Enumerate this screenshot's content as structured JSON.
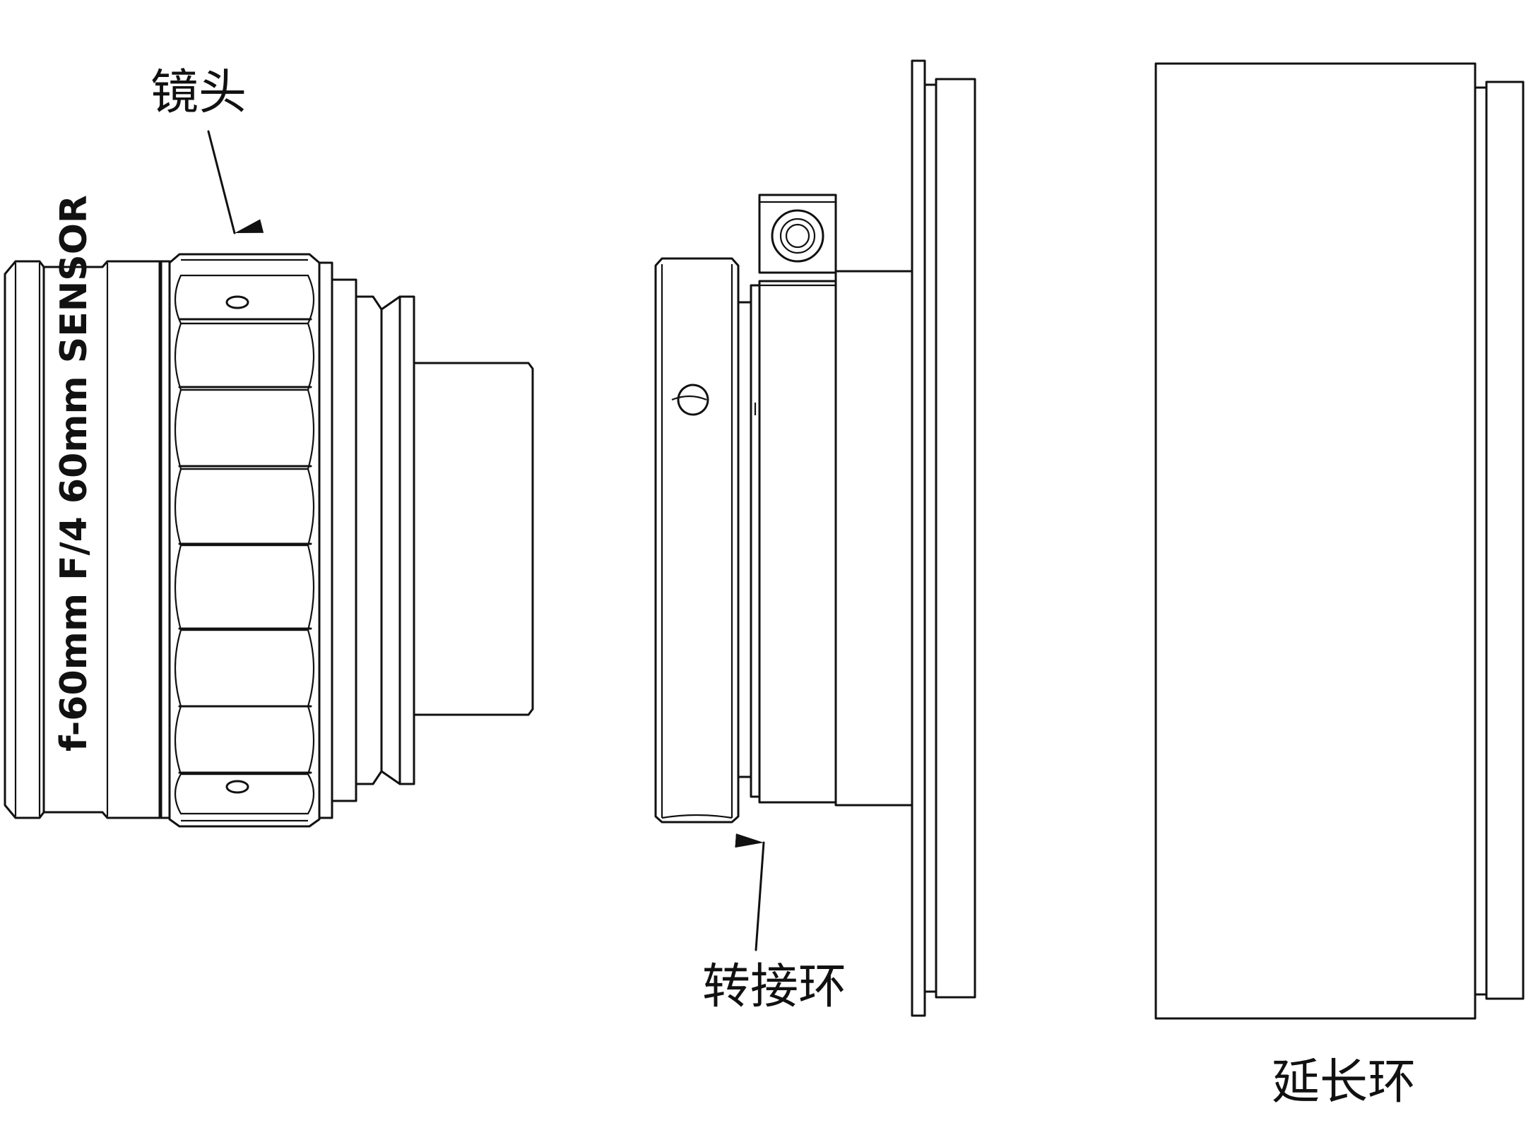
{
  "labels": {
    "lens": "镜头",
    "adapter_ring": "转接环",
    "extension_ring": "延长环"
  },
  "lens_marking": "f-60mm  F/4   60mm  SENSOR",
  "colors": {
    "line": "#111111",
    "background": "#ffffff"
  }
}
